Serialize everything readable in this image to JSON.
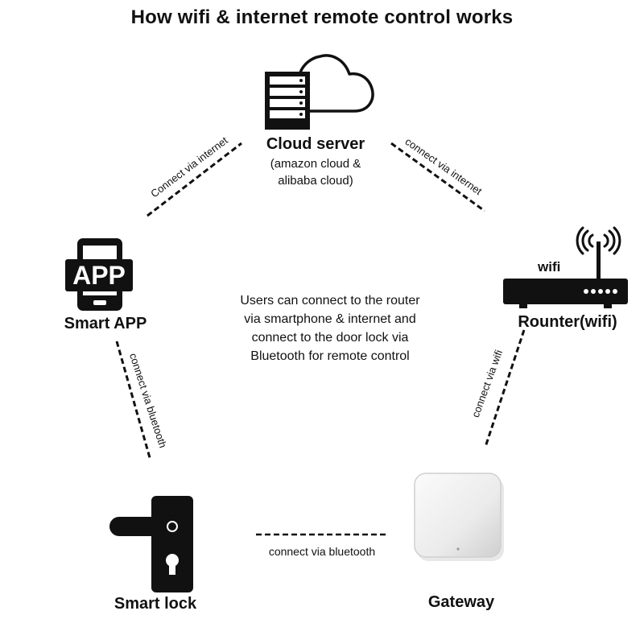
{
  "title": "How wifi & internet remote control works",
  "nodes": {
    "cloud": {
      "label": "Cloud server",
      "sub_line1": "(amazon cloud &",
      "sub_line2": "alibaba cloud)"
    },
    "app": {
      "label": "Smart APP",
      "icon_text": "APP"
    },
    "router": {
      "label": "Rounter(wifi)",
      "icon_text": "wifi"
    },
    "lock": {
      "label": "Smart lock"
    },
    "gateway": {
      "label": "Gateway"
    }
  },
  "description": {
    "line1": "Users can connect to the router",
    "line2": "via smartphone & internet and",
    "line3": "connect to the door lock via",
    "line4": "Bluetooth for remote control"
  },
  "connections": {
    "app_cloud": "Connect via internet",
    "cloud_router": "connect via internet",
    "app_lock": "connect via bluetooth",
    "router_gateway": "connect via wifi",
    "lock_gateway": "connect via bluetooth"
  }
}
